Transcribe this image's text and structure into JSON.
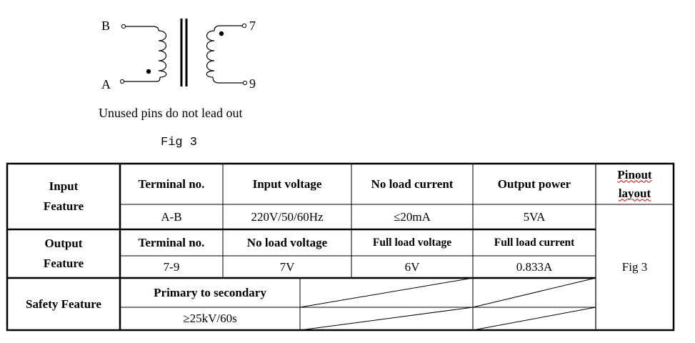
{
  "diagram": {
    "pin_b": "B",
    "pin_a": "A",
    "pin_7": "7",
    "pin_9": "9"
  },
  "note": "Unused pins do not lead out",
  "figure_label": "Fig 3",
  "table": {
    "input": {
      "heading": "Input Feature",
      "headers": [
        "Terminal no.",
        "Input voltage",
        "No load current",
        "Output power"
      ],
      "values": [
        "A-B",
        "220V/50/60Hz",
        "≤20mA",
        "5VA"
      ]
    },
    "output": {
      "heading": "Output Feature",
      "headers": [
        "Terminal no.",
        "No load voltage",
        "Full load voltage",
        "Full load current"
      ],
      "values": [
        "7-9",
        "7V",
        "6V",
        "0.833A"
      ]
    },
    "safety": {
      "heading": "Safety Feature",
      "header": "Primary to secondary",
      "value": "≥25kV/60s"
    },
    "pinout": {
      "heading": "Pinout layout",
      "value": "Fig 3"
    }
  }
}
